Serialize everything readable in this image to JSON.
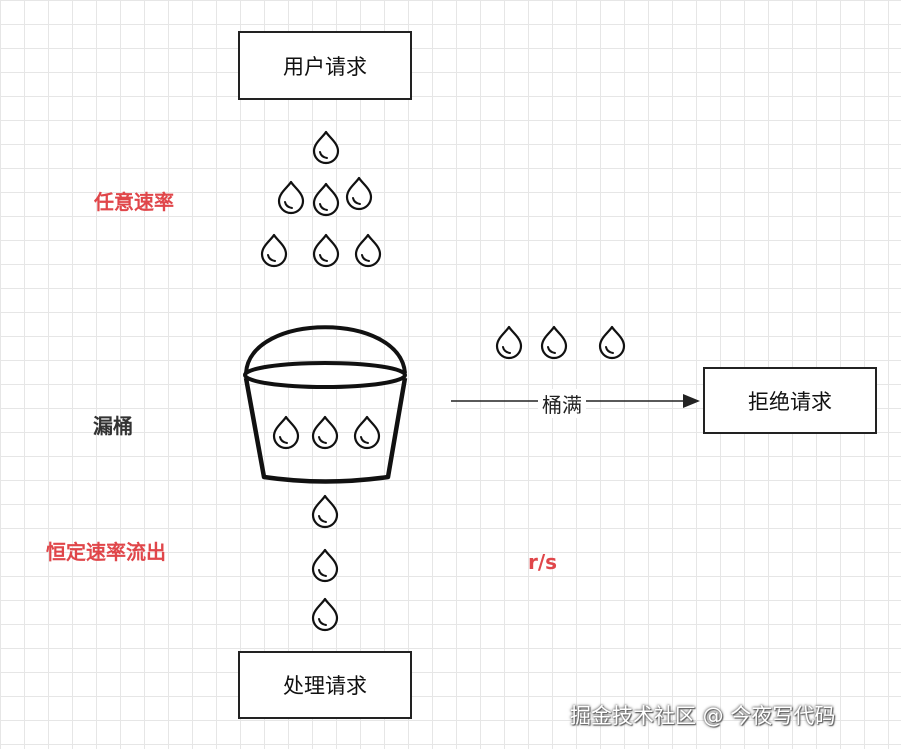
{
  "nodes": {
    "user_request": "用户请求",
    "process_request": "处理请求",
    "reject_request": "拒绝请求"
  },
  "labels": {
    "any_rate": "任意速率",
    "bucket": "漏桶",
    "constant_rate_outflow": "恒定速率流出",
    "bucket_full": "桶满",
    "rate_unit": "r/s"
  },
  "watermark": "掘金技术社区 @ 今夜写代码",
  "colors": {
    "accent_red": "#e0464a",
    "stroke": "#111111",
    "grid": "#e6e6e6"
  }
}
